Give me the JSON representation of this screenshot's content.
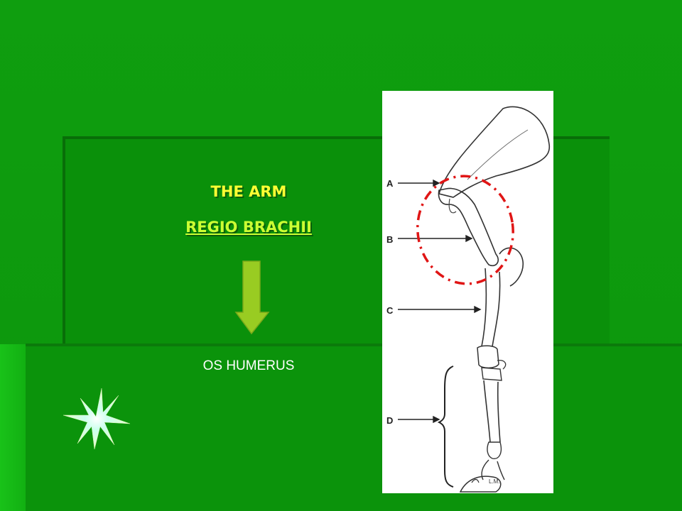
{
  "slide": {
    "title": "THE ARM",
    "subtitle": "REGIO BRACHII",
    "bone_label": "OS HUMERUS"
  },
  "figure": {
    "labels": [
      "A",
      "B",
      "C",
      "D"
    ],
    "initials": "L.M."
  },
  "colors": {
    "background": "#0d9a0d",
    "title": "#ffff33",
    "subtitle": "#ccff33",
    "arrow": "#99cc22",
    "highlight_ellipse": "#e01515"
  },
  "icons": {
    "arrow": "down-arrow-icon",
    "star": "sparkle-star-icon"
  }
}
